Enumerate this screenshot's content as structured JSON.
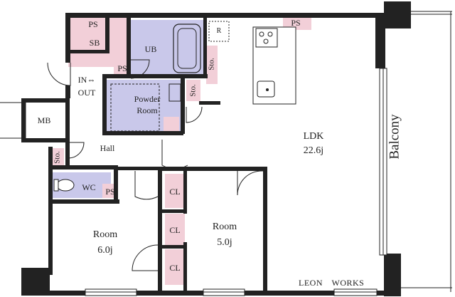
{
  "floorplan": {
    "rooms": {
      "ldk": {
        "name": "LDK",
        "size": "22.6j"
      },
      "room1": {
        "name": "Room",
        "size": "6.0j"
      },
      "room2": {
        "name": "Room",
        "size": "5.0j"
      },
      "balcony": "Balcony",
      "hall": "Hall",
      "entrance": {
        "line1": "IN⇔",
        "line2": "OUT"
      },
      "mb": "MB",
      "ub": "UB",
      "sb": "SB",
      "powder_room": {
        "line1": "Powder",
        "line2": "Room"
      },
      "wc": "WC"
    },
    "labels": {
      "ps_top_left": "PS",
      "ps_top_right": "PS",
      "ps_mid": "PS",
      "ps_wc": "PS",
      "refrigerator": "R",
      "sto_bath": "Sto.",
      "sto_powder": "Sto.",
      "sto_hall": "Sto.",
      "cl_1": "CL",
      "cl_2": "CL",
      "cl_3": "CL"
    },
    "brand": "LEON　WORKS",
    "colors": {
      "wall": "#222222",
      "pink": "#f2cfd8",
      "lavender": "#c9c8ea",
      "white": "#ffffff"
    }
  }
}
